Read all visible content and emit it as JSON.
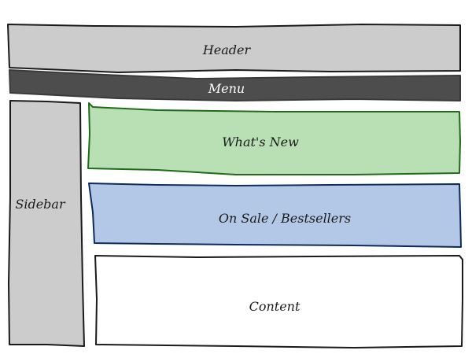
{
  "diagram": {
    "type": "wireframe-page-layout",
    "blocks": [
      {
        "id": "header",
        "label": "Header",
        "fill": "#cccccc",
        "stroke": "#1a1a1a",
        "text_color": "#1a1a1a"
      },
      {
        "id": "menu",
        "label": "Menu",
        "fill": "#4d4d4d",
        "stroke": "#3a3a3a",
        "text_color": "#ffffff"
      },
      {
        "id": "sidebar",
        "label": "Sidebar",
        "fill": "#cccccc",
        "stroke": "#1a1a1a",
        "text_color": "#1a1a1a"
      },
      {
        "id": "whats-new",
        "label": "What's New",
        "fill": "#b9e0b4",
        "stroke": "#1f6b1a",
        "text_color": "#1a1a1a"
      },
      {
        "id": "on-sale",
        "label": "On Sale / Bestsellers",
        "fill": "#b3c8e6",
        "stroke": "#0e2a5c",
        "text_color": "#1a1a1a"
      },
      {
        "id": "content",
        "label": "Content",
        "fill": "#ffffff",
        "stroke": "#1a1a1a",
        "text_color": "#1a1a1a"
      }
    ]
  }
}
